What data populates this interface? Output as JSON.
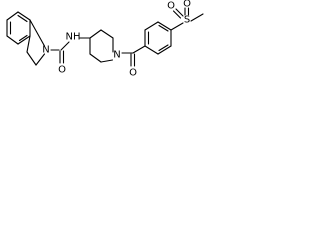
{
  "molecule": {
    "atom_labels": {
      "indoline_n": "N",
      "urea_o": "O",
      "amide_nh": "NH",
      "piperidine_n": "N",
      "ketone_o": "O",
      "sulfonyl_s": "S",
      "sulfonyl_o_top": "O",
      "sulfonyl_o_left": "O"
    }
  },
  "colors": {
    "bond": "#000000",
    "label": "#000000",
    "background": "#ffffff"
  }
}
